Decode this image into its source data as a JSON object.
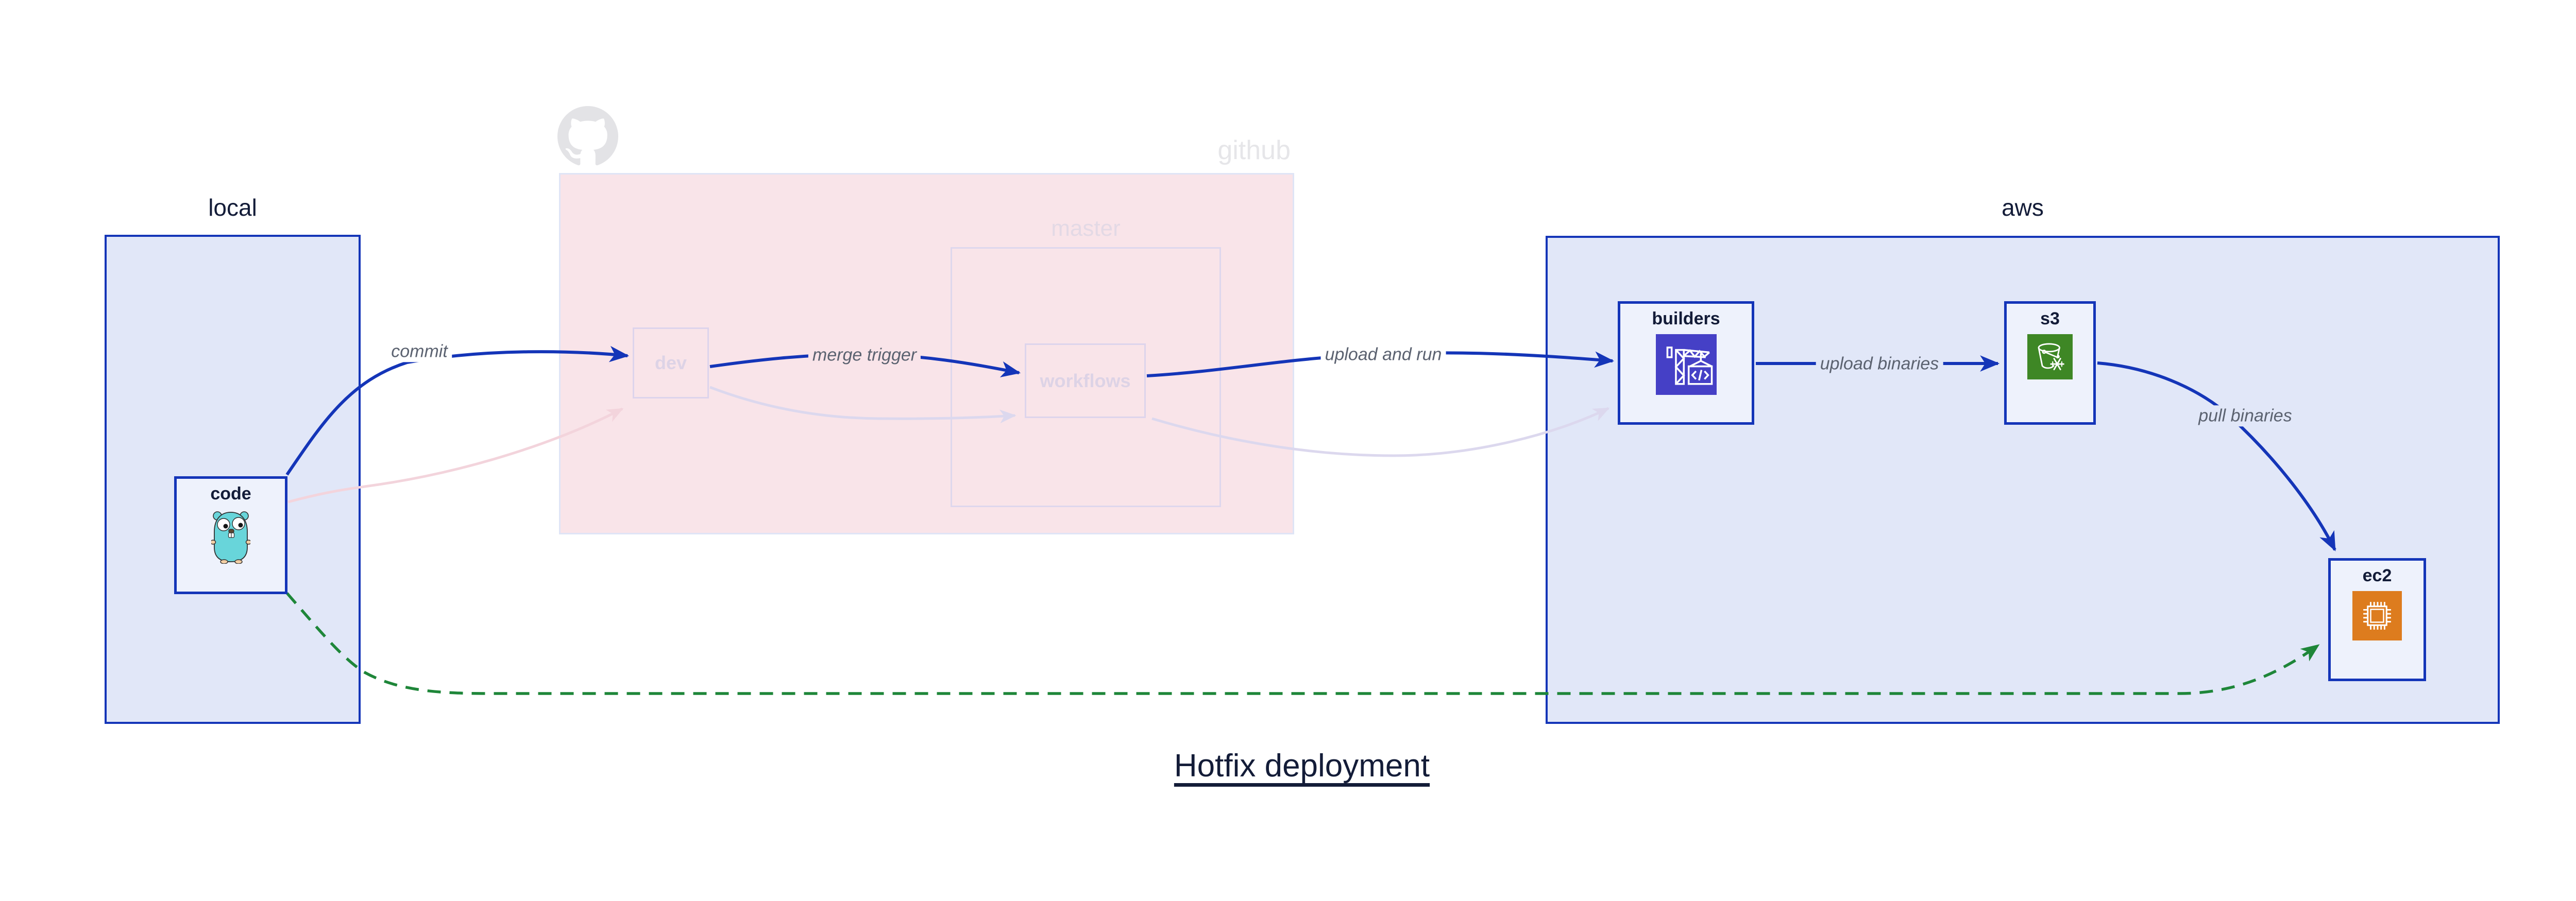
{
  "diagram_title": "Hotfix deployment",
  "regions": {
    "local": {
      "label": "local"
    },
    "github": {
      "label": "github",
      "branch": {
        "label": "master"
      }
    },
    "aws": {
      "label": "aws"
    }
  },
  "nodes": {
    "code": {
      "label": "code",
      "icon": "go-gopher-icon"
    },
    "dev": {
      "label": "dev"
    },
    "workflows": {
      "label": "workflows"
    },
    "builders": {
      "label": "builders",
      "icon": "codebuild-crane-icon"
    },
    "s3": {
      "label": "s3",
      "icon": "s3-glacier-bucket-icon"
    },
    "ec2": {
      "label": "ec2",
      "icon": "ec2-chip-icon"
    }
  },
  "edges": {
    "commit": {
      "label": "commit",
      "style": "solid-blue"
    },
    "merge_trigger": {
      "label": "merge trigger",
      "style": "solid-blue"
    },
    "upload_and_run": {
      "label": "upload and run",
      "style": "solid-blue"
    },
    "upload_binaries": {
      "label": "upload binaries",
      "style": "solid-blue"
    },
    "pull_binaries": {
      "label": "pull binaries",
      "style": "solid-blue"
    },
    "hotfix_direct": {
      "label": "",
      "style": "dashed-green"
    },
    "faded_commit": {
      "label": "",
      "style": "faded-pink"
    },
    "faded_merge": {
      "label": "",
      "style": "faded-lavender"
    },
    "faded_upload": {
      "label": "",
      "style": "faded-lavender"
    }
  },
  "colors": {
    "primary_blue": "#1435b8",
    "region_fill": "#e1e7f8",
    "github_pink_fill": "#f9e4e9",
    "faded_lavender": "#dcd8ee",
    "faded_pink_edge": "#f3d4dc",
    "hotfix_green": "#1e8639",
    "navy_text": "#131c38",
    "edge_label_gray": "#5b6270",
    "faded_text": "#ddd3e6",
    "github_gray": "#e6e6e9",
    "codebuild_bg": "#4540c6",
    "s3_bg": "#3e8725",
    "ec2_bg": "#dd7c1e",
    "gopher_teal": "#68d5da"
  }
}
